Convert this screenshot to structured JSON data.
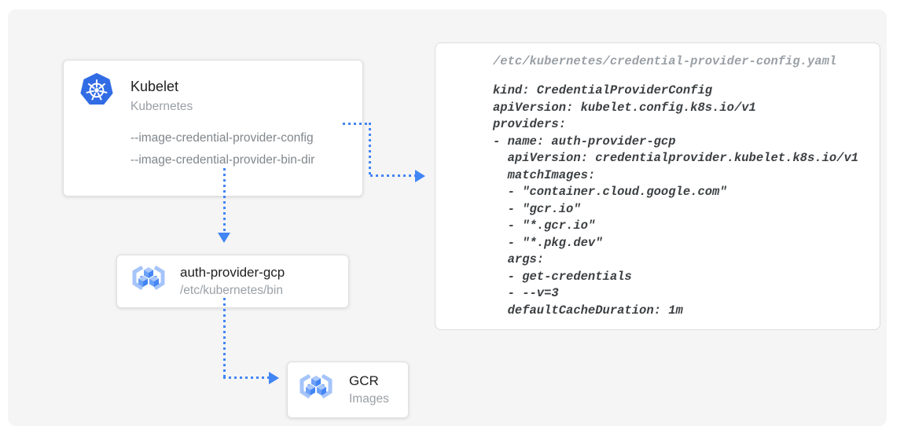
{
  "colors": {
    "accent_blue": "#4285f4",
    "kubernetes_blue": "#326ce5",
    "canvas_bg": "#f5f5f5",
    "card_border": "#e0e0e0",
    "title_text": "#212121",
    "muted_text": "#9aa0a6",
    "code_text": "#3c4043"
  },
  "nodes": {
    "kubelet": {
      "title": "Kubelet",
      "subtitle": "Kubernetes",
      "icon": "kubernetes-helm-icon",
      "flags": [
        "--image-credential-provider-config",
        "--image-credential-provider-bin-dir"
      ]
    },
    "auth_provider": {
      "title": "auth-provider-gcp",
      "subtitle": "/etc/kubernetes/bin",
      "icon": "container-registry-icon"
    },
    "gcr": {
      "title": "GCR",
      "subtitle": "Images",
      "icon": "container-registry-icon"
    }
  },
  "code_panel": {
    "filename": "/etc/kubernetes/credential-provider-config.yaml",
    "code": "kind: CredentialProviderConfig\napiVersion: kubelet.config.k8s.io/v1\nproviders:\n- name: auth-provider-gcp\n  apiVersion: credentialprovider.kubelet.k8s.io/v1\n  matchImages:\n  - \"container.cloud.google.com\"\n  - \"gcr.io\"\n  - \"*.gcr.io\"\n  - \"*.pkg.dev\"\n  args:\n  - get-credentials\n  - --v=3\n  defaultCacheDuration: 1m"
  }
}
